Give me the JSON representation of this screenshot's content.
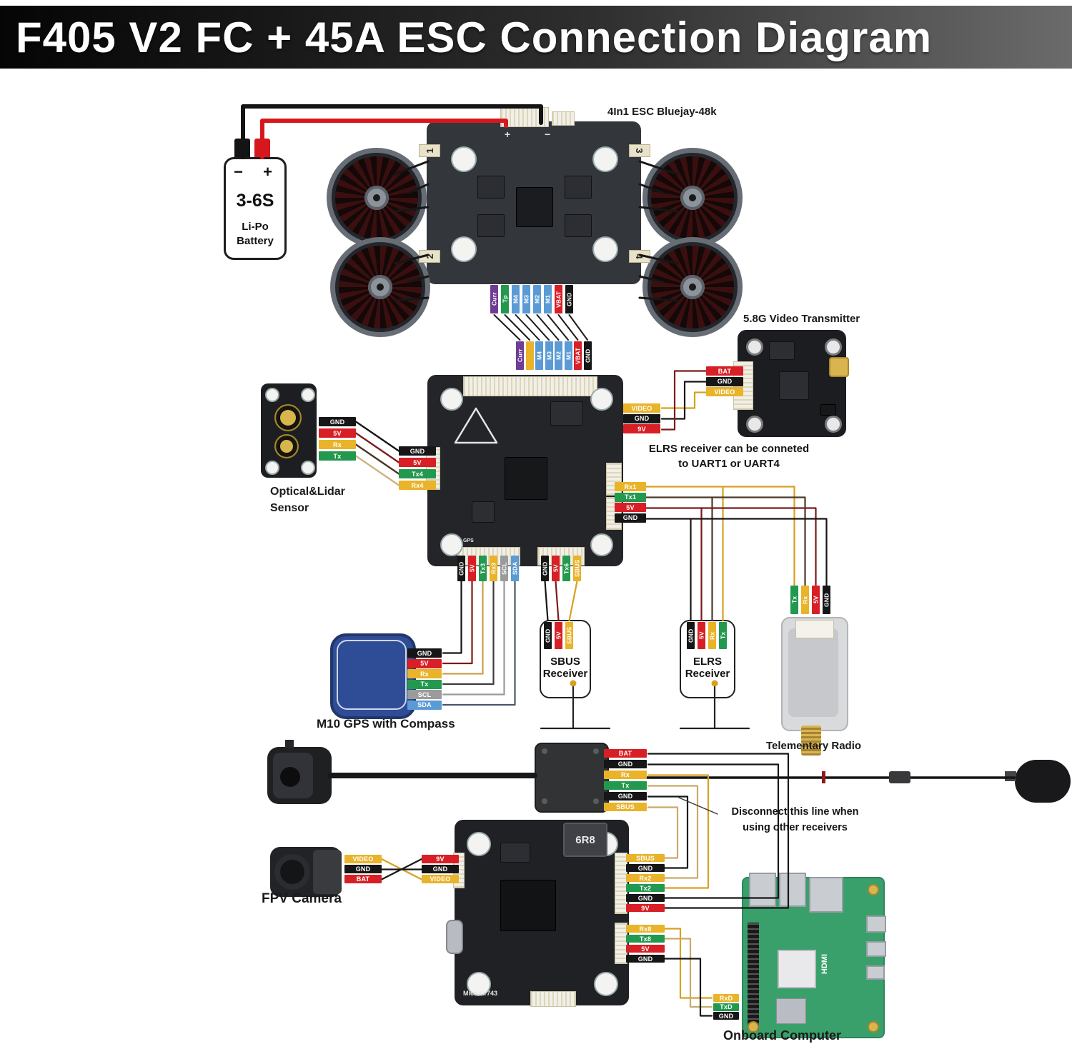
{
  "title": "F405 V2 FC + 45A ESC Connection Diagram",
  "battery": {
    "cells": "3-6S",
    "line1": "Li-Po",
    "line2": "Battery",
    "minus": "−",
    "plus": "+"
  },
  "esc": {
    "name": "4In1 ESC Bluejay-48k",
    "plus": "+",
    "minus": "−",
    "motor_numbers": [
      "1",
      "3",
      "2",
      "4"
    ],
    "pins_board": [
      {
        "t": "Curr",
        "c": "purple"
      },
      {
        "t": "Tp",
        "c": "green"
      },
      {
        "t": "M4",
        "c": "blue"
      },
      {
        "t": "M3",
        "c": "blue"
      },
      {
        "t": "M2",
        "c": "blue"
      },
      {
        "t": "M1",
        "c": "blue"
      },
      {
        "t": "VBAT",
        "c": "red"
      },
      {
        "t": "GND",
        "c": "black"
      }
    ],
    "pins_fc": [
      {
        "t": "Curr",
        "c": "purple"
      },
      {
        "t": "",
        "c": "yellow"
      },
      {
        "t": "M4",
        "c": "blue"
      },
      {
        "t": "M3",
        "c": "blue"
      },
      {
        "t": "M2",
        "c": "blue"
      },
      {
        "t": "M1",
        "c": "blue"
      },
      {
        "t": "VBAT",
        "c": "red"
      },
      {
        "t": "GND",
        "c": "black"
      }
    ]
  },
  "fc": {
    "silk_gps": "GPS",
    "gps_port_pins": [
      {
        "t": "GND",
        "c": "black"
      },
      {
        "t": "5V",
        "c": "red"
      },
      {
        "t": "Tx3",
        "c": "green"
      },
      {
        "t": "Rx3",
        "c": "yellow"
      },
      {
        "t": "SCL",
        "c": "gray"
      },
      {
        "t": "SDA",
        "c": "blue"
      }
    ],
    "sbus_port_pins": [
      {
        "t": "GND",
        "c": "black"
      },
      {
        "t": "5V",
        "c": "red"
      },
      {
        "t": "Tx6",
        "c": "green"
      },
      {
        "t": "SBUS",
        "c": "yellow"
      }
    ],
    "right_pins": [
      {
        "t": "Rx1",
        "c": "yellow"
      },
      {
        "t": "Tx1",
        "c": "green"
      },
      {
        "t": "5V",
        "c": "red"
      },
      {
        "t": "GND",
        "c": "black"
      }
    ],
    "uart4_pins": [
      {
        "t": "GND",
        "c": "black"
      },
      {
        "t": "5V",
        "c": "red"
      },
      {
        "t": "Tx4",
        "c": "green"
      },
      {
        "t": "Rx4",
        "c": "yellow"
      }
    ],
    "video_pins": [
      {
        "t": "VIDEO",
        "c": "yellow"
      },
      {
        "t": "GND",
        "c": "black"
      },
      {
        "t": "9V",
        "c": "red"
      }
    ]
  },
  "optical": {
    "name1": "Optical&Lidar",
    "name2": "Sensor",
    "pins": [
      {
        "t": "GND",
        "c": "black"
      },
      {
        "t": "5V",
        "c": "red"
      },
      {
        "t": "Rx",
        "c": "yellow"
      },
      {
        "t": "Tx",
        "c": "green"
      }
    ]
  },
  "vtx": {
    "name": "5.8G Video Transmitter",
    "pins": [
      {
        "t": "BAT",
        "c": "red"
      },
      {
        "t": "GND",
        "c": "black"
      },
      {
        "t": "VIDEO",
        "c": "yellow"
      }
    ]
  },
  "elrs_note": {
    "line1": "ELRS receiver can be conneted",
    "line2": "to UART1 or UART4"
  },
  "gps": {
    "name": "M10 GPS with Compass",
    "pins": [
      {
        "t": "GND",
        "c": "black"
      },
      {
        "t": "5V",
        "c": "red"
      },
      {
        "t": "Rx",
        "c": "yellow"
      },
      {
        "t": "Tx",
        "c": "green"
      },
      {
        "t": "SCL",
        "c": "gray"
      },
      {
        "t": "SDA",
        "c": "blue"
      }
    ]
  },
  "sbus_rx": {
    "name1": "SBUS",
    "name2": "Receiver",
    "pins": [
      {
        "t": "GND",
        "c": "black"
      },
      {
        "t": "5V",
        "c": "red"
      },
      {
        "t": "SBUS",
        "c": "yellow"
      }
    ]
  },
  "elrs_rx": {
    "name1": "ELRS",
    "name2": "Receiver",
    "pins": [
      {
        "t": "GND",
        "c": "black"
      },
      {
        "t": "5V",
        "c": "red"
      },
      {
        "t": "Rx",
        "c": "yellow"
      },
      {
        "t": "Tx",
        "c": "green"
      }
    ]
  },
  "telem": {
    "name": "Telementary Radio",
    "pins": [
      {
        "t": "Tx",
        "c": "green"
      },
      {
        "t": "Rx",
        "c": "yellow"
      },
      {
        "t": "5V",
        "c": "red"
      },
      {
        "t": "GND",
        "c": "black"
      }
    ]
  },
  "airunit": {
    "pins": [
      {
        "t": "BAT",
        "c": "red"
      },
      {
        "t": "GND",
        "c": "black"
      },
      {
        "t": "Rx",
        "c": "yellow"
      },
      {
        "t": "Tx",
        "c": "green"
      },
      {
        "t": "GND",
        "c": "black"
      },
      {
        "t": "SBUS",
        "c": "yellow"
      }
    ]
  },
  "disconnect_note": {
    "line1": "Disconnect this line when",
    "line2": "using other receivers"
  },
  "fpv": {
    "name": "FPV Camera",
    "pins": [
      {
        "t": "VIDEO",
        "c": "yellow"
      },
      {
        "t": "GND",
        "c": "black"
      },
      {
        "t": "BAT",
        "c": "red"
      }
    ],
    "fc_pins": [
      {
        "t": "9V",
        "c": "red"
      },
      {
        "t": "GND",
        "c": "black"
      },
      {
        "t": "VIDEO",
        "c": "yellow"
      }
    ]
  },
  "fc2": {
    "chip": "6R8",
    "board_silk": "MicoAir743",
    "pins_top": [
      {
        "t": "SBUS",
        "c": "yellow"
      },
      {
        "t": "GND",
        "c": "black"
      },
      {
        "t": "Rx2",
        "c": "yellow"
      },
      {
        "t": "Tx2",
        "c": "green"
      },
      {
        "t": "GND",
        "c": "black"
      },
      {
        "t": "9V",
        "c": "red"
      }
    ],
    "pins_bottom": [
      {
        "t": "Rx8",
        "c": "yellow"
      },
      {
        "t": "Tx8",
        "c": "green"
      },
      {
        "t": "5V",
        "c": "red"
      },
      {
        "t": "GND",
        "c": "black"
      }
    ]
  },
  "pi": {
    "name": "Onboard Computer",
    "hdmi": "HDMI",
    "pins": [
      {
        "t": "RxD",
        "c": "yellow"
      },
      {
        "t": "TxD",
        "c": "green"
      },
      {
        "t": "GND",
        "c": "black"
      }
    ]
  }
}
